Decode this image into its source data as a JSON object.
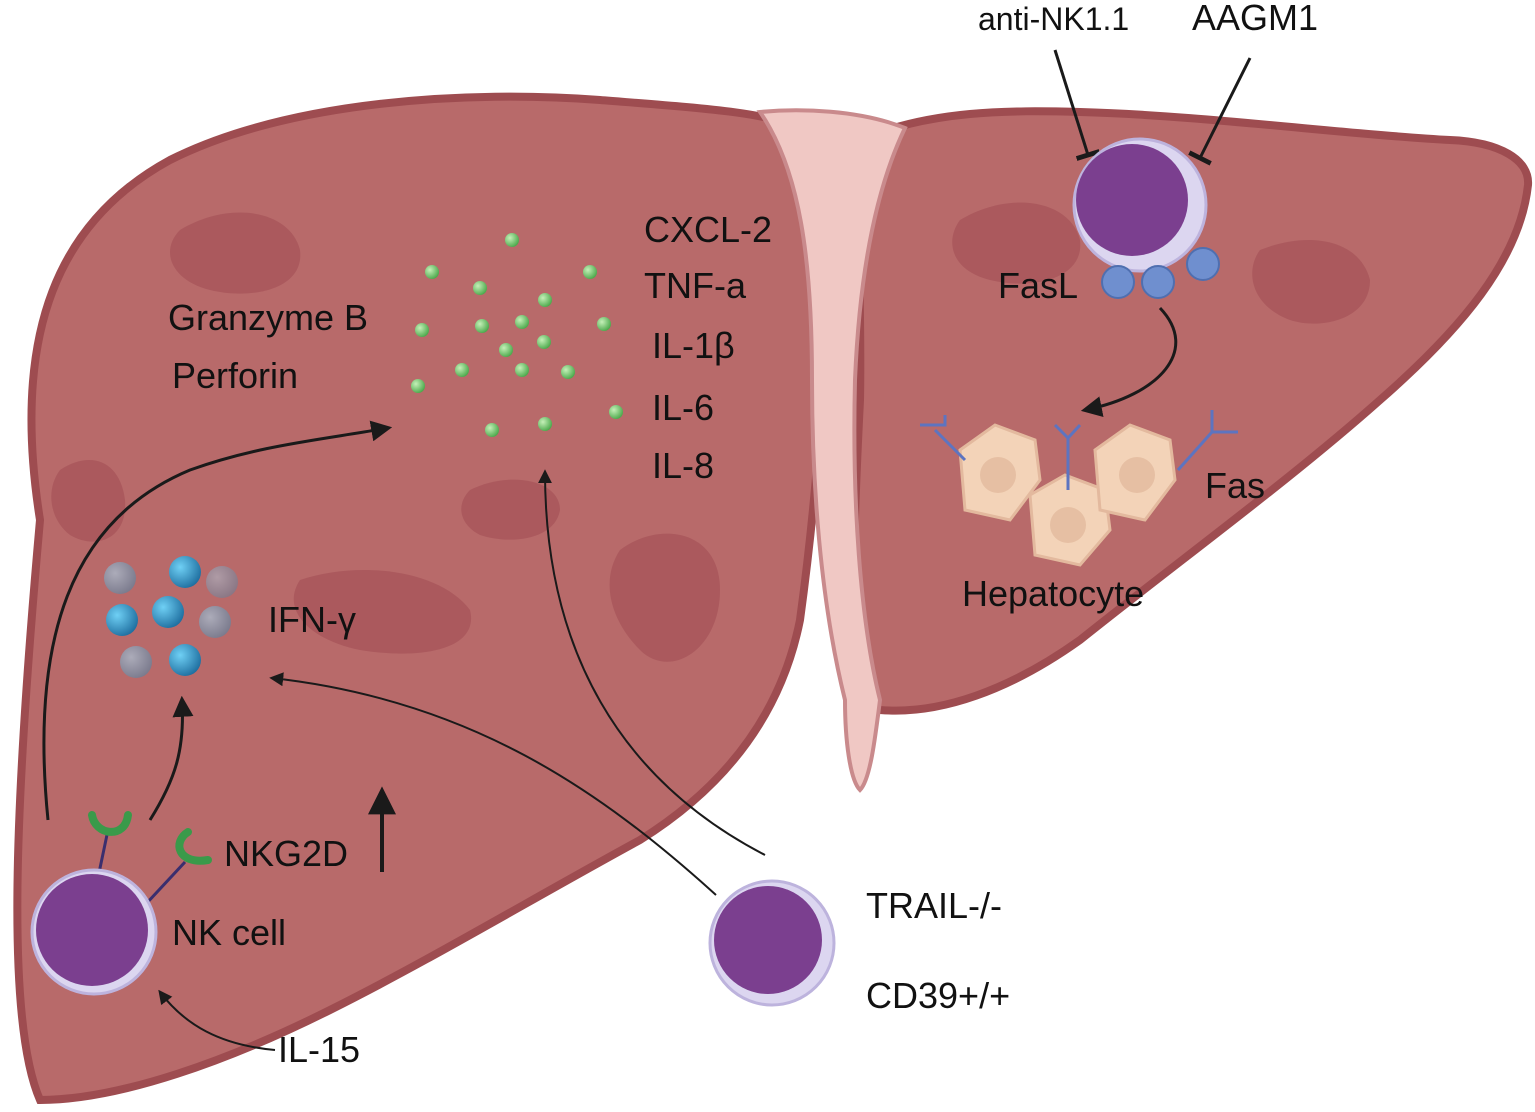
{
  "labels": {
    "anti_nk": "anti-NK1.1",
    "aagm1": "AAGM1",
    "fasl": "FasL",
    "fas": "Fas",
    "hepatocyte": "Hepatocyte",
    "granzyme": "Granzyme B",
    "perforin": "Perforin",
    "cytokines": [
      "CXCL-2",
      "TNF-a",
      "IL-1β",
      "IL-6",
      "IL-8"
    ],
    "ifn": "IFN-γ",
    "nkg2d": "NKG2D",
    "nk_cell": "NK cell",
    "il15": "IL-15",
    "trail": "TRAIL-/-",
    "cd39": "CD39+/+"
  },
  "colors": {
    "liver": "#b86a6a",
    "liver_outline": "#9e4c50",
    "liver_dark": "#a24f55",
    "ligament": "#f0c8c4",
    "cell_body": "#7b3f8f",
    "cell_membrane": "#dcd6f0",
    "fasl_dots": "#6f8fcf",
    "hepatocyte": "#f3d3b8",
    "granules": "#6cc46a",
    "ifn_dots": "#2a8fc0",
    "receptor_green": "#3a9a4a",
    "arrow": "#1a1a1a"
  }
}
